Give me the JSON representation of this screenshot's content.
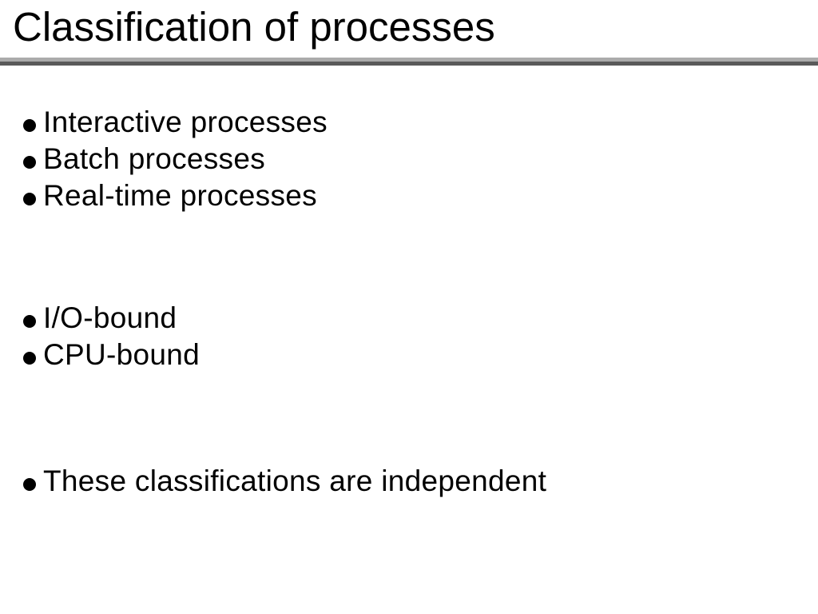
{
  "slide": {
    "title": "Classification of processes",
    "groups": [
      {
        "items": [
          "Interactive processes",
          "Batch processes",
          "Real-time processes"
        ]
      },
      {
        "items": [
          "I/O-bound",
          "CPU-bound"
        ]
      },
      {
        "items": [
          "These classifications are independent"
        ]
      }
    ]
  },
  "colors": {
    "background": "#ffffff",
    "text": "#000000",
    "rule_light": "#ababab",
    "rule_dark": "#5a5a5a"
  },
  "icons": {
    "bullet": "filled-circle"
  }
}
